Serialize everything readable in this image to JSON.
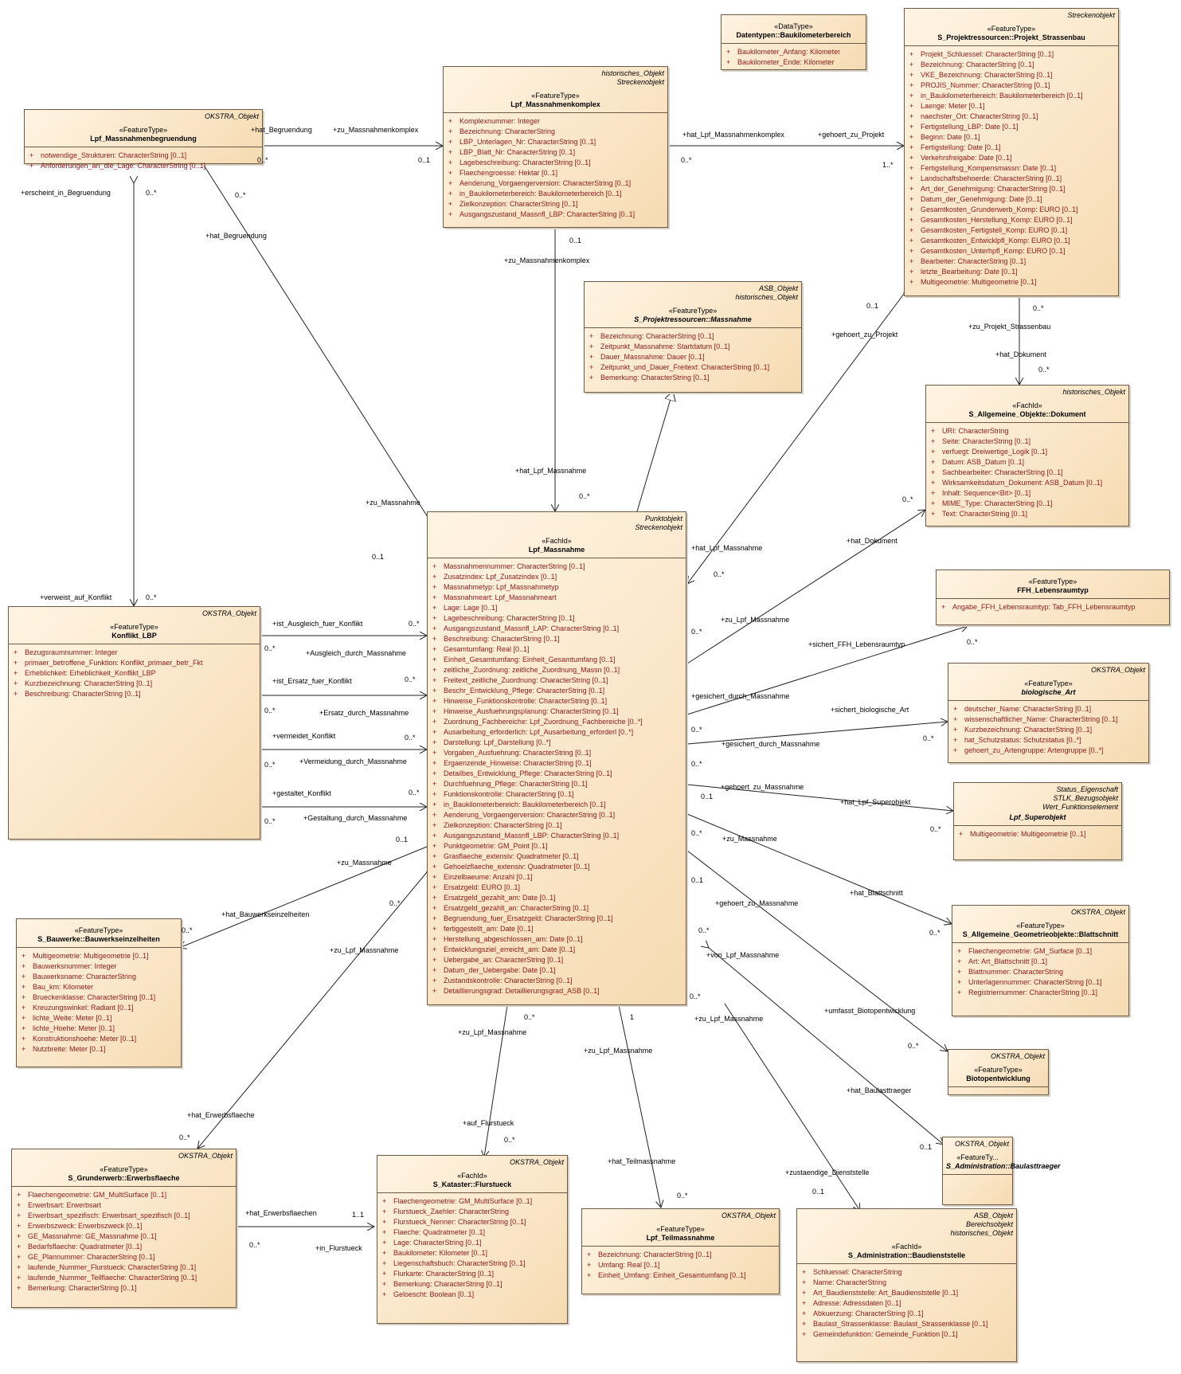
{
  "classes": {
    "baukm": {
      "tags": [],
      "stereo": "«DataType»",
      "name": "Datentypen::Baukilometerbereich",
      "attrs": [
        "Baukilometer_Anfang: Kilometer",
        "Baukilometer_Ende: Kilometer"
      ]
    },
    "projekt": {
      "tags": [
        "Streckenobjekt"
      ],
      "stereo": "«FeatureType»",
      "name": "S_Projektressourcen::Projekt_Strassenbau",
      "attrs": [
        "Projekt_Schluessel: CharacterString [0..1]",
        "Bezeichnung: CharacterString [0..1]",
        "VKE_Bezeichnung: CharacterString [0..1]",
        "PROJIS_Nummer: CharacterString [0..1]",
        "in_Baukilometerbereich: Baukilometerbereich [0..1]",
        "Laenge: Meter [0..1]",
        "naechster_Ort: CharacterString [0..1]",
        "Fertigstellung_LBP: Date [0..1]",
        "Beginn: Date [0..1]",
        "Fertigstellung: Date [0..1]",
        "Verkehrsfreigabe: Date [0..1]",
        "Fertigstellung_Kompensmassn: Date [0..1]",
        "Landschaftsbehoerde: CharacterString [0..1]",
        "Art_der_Genehmigung: CharacterString [0..1]",
        "Datum_der_Genehmigung: Date [0..1]",
        "Gesamtkosten_Grunderwerb_Komp: EURO [0..1]",
        "Gesamtkosten_Herstellung_Komp: EURO [0..1]",
        "Gesamtkosten_Fertigstell_Komp: EURO [0..1]",
        "Gesamtkosten_Entwicklpfl_Komp: EURO [0..1]",
        "Gesamtkosten_Unterhpfl_Komp: EURO [0..1]",
        "Bearbeiter: CharacterString [0..1]",
        "letzte_Bearbeitung: Date [0..1]",
        "Multigeometrie: Multigeometrie [0..1]"
      ]
    },
    "komplex": {
      "tags": [
        "historisches_Objekt",
        "Streckenobjekt"
      ],
      "stereo": "«FeatureType»",
      "name": "Lpf_Massnahmenkomplex",
      "attrs": [
        "Komplexnummer: Integer",
        "Bezeichnung: CharacterString",
        "LBP_Unterlagen_Nr: CharacterString [0..1]",
        "LBP_Blatt_Nr: CharacterString [0..1]",
        "Lagebeschreibung: CharacterString [0..1]",
        "Flaechengroesse: Hektar [0..1]",
        "Aenderung_Vorgaengerversion: CharacterString [0..1]",
        "in_Baukilometerbereich: Baukilometerbereich [0..1]",
        "Zielkonzeption: CharacterString [0..1]",
        "Ausgangszustand_Massnfl_LBP: CharacterString [0..1]"
      ]
    },
    "begruendung": {
      "tags": [
        "OKSTRA_Objekt"
      ],
      "stereo": "«FeatureType»",
      "name": "Lpf_Massnahmenbegruendung",
      "attrs": [
        "notwendige_Strukturen: CharacterString [0..1]",
        "Anforderungen_an_die_Lage: CharacterString [0..1]"
      ]
    },
    "smassnahme": {
      "tags": [
        "ASB_Objekt",
        "historisches_Objekt"
      ],
      "stereo": "«FeatureType»",
      "name": "S_Projektressourcen::Massnahme",
      "italic": true,
      "attrs": [
        "Bezeichnung: CharacterString [0..1]",
        "Zeitpunkt_Massnahme: Startdatum [0..1]",
        "Dauer_Massnahme: Dauer [0..1]",
        "Zeitpunkt_und_Dauer_Freitext: CharacterString [0..1]",
        "Bemerkung: CharacterString [0..1]"
      ]
    },
    "dokument": {
      "tags": [
        "historisches_Objekt"
      ],
      "stereo": "«FachId»",
      "name": "S_Allgemeine_Objekte::Dokument",
      "attrs": [
        "URI: CharacterString",
        "Seite: CharacterString [0..1]",
        "verfuegt: Dreiwertige_Logik [0..1]",
        "Datum: ASB_Datum [0..1]",
        "Sachbearbeiter: CharacterString [0..1]",
        "Wirksamkeitsdatum_Dokument: ASB_Datum [0..1]",
        "Inhalt: Sequence<Bit> [0..1]",
        "MIME_Type: CharacterString [0..1]",
        "Text: CharacterString [0..1]"
      ]
    },
    "ffh": {
      "tags": [],
      "stereo": "«FeatureType»",
      "name": "FFH_Lebensraumtyp",
      "attrs": [
        "Angabe_FFH_Lebensraumtyp: Tab_FFH_Lebensraumtyp"
      ]
    },
    "bioart": {
      "tags": [
        "OKSTRA_Objekt"
      ],
      "stereo": "«FeatureType»",
      "name": "biologische_Art",
      "italic": true,
      "attrs": [
        "deutscher_Name: CharacterString [0..1]",
        "wissenschaftlicher_Name: CharacterString [0..1]",
        "Kurzbezeichnung: CharacterString [0..1]",
        "hat_Schutzstatus: Schutzstatus [0..*]",
        "gehoert_zu_Artengruppe: Artengruppe [0..*]"
      ]
    },
    "superobjekt": {
      "tags": [
        "Status_Eigenschaft",
        "STLK_Bezugsobjekt",
        "Wert_Funktionselement"
      ],
      "stereo": "",
      "name": "Lpf_Superobjekt",
      "italic": true,
      "attrs": [
        "Multigeometrie: Multigeometrie [0..1]"
      ]
    },
    "blattschnitt": {
      "tags": [
        "OKSTRA_Objekt"
      ],
      "stereo": "«FeatureType»",
      "name": "S_Allgemeine_Geometrieobjekte::Blattschnitt",
      "attrs": [
        "Flaechengeometrie: GM_Surface [0..1]",
        "Art: Art_Blattschnitt [0..1]",
        "Blattnummer: CharacterString",
        "Unterlagennummer: CharacterString [0..1]",
        "Registriernummer: CharacterString [0..1]"
      ]
    },
    "biotop": {
      "tags": [
        "OKSTRA_Objekt"
      ],
      "stereo": "«FeatureType»",
      "name": "Biotopentwicklung",
      "attrs": []
    },
    "baulast": {
      "tags": [
        "OKSTRA_Objekt"
      ],
      "stereo": "«FeatureTy...",
      "name": "S_Administration::Baulasttraeger",
      "italic": true,
      "attrs": []
    },
    "baudienst": {
      "tags": [
        "ASB_Objekt",
        "Bereichsobjekt",
        "historisches_Objekt"
      ],
      "stereo": "«FachId»",
      "name": "S_Administration::Baudienststelle",
      "attrs": [
        "Schluessel: CharacterString",
        "Name: CharacterString",
        "Art_Baudienststelle: Art_Baudienststelle [0..1]",
        "Adresse: Adressdaten [0..1]",
        "Abkuerzung: CharacterString [0..1]",
        "Baulast_Strassenklasse: Baulast_Strassenklasse [0..1]",
        "Gemeindefunktion: Gemeinde_Funktion [0..1]"
      ]
    },
    "teilmassnahme": {
      "tags": [
        "OKSTRA_Objekt"
      ],
      "stereo": "«FeatureType»",
      "name": "Lpf_Teilmassnahme",
      "attrs": [
        "Bezeichnung: CharacterString [0..1]",
        "Umfang: Real [0..1]",
        "Einheit_Umfang: Einheit_Gesamtumfang [0..1]"
      ]
    },
    "flurstueck": {
      "tags": [
        "OKSTRA_Objekt"
      ],
      "stereo": "«FachId»",
      "name": "S_Kataster::Flurstueck",
      "attrs": [
        "Flaechengeometrie: GM_MultiSurface [0..1]",
        "Flurstueck_Zaehler: CharacterString",
        "Flurstueck_Nenner: CharacterString [0..1]",
        "Flaeche: Quadratmeter [0..1]",
        "Lage: CharacterString [0..1]",
        "Baukilometer: Kilometer [0..1]",
        "Liegenschaftsbuch: CharacterString [0..1]",
        "Flurkarte: CharacterString [0..1]",
        "Bemerkung: CharacterString [0..1]",
        "Geloescht: Boolean [0..1]"
      ]
    },
    "erwerb": {
      "tags": [
        "OKSTRA_Objekt"
      ],
      "stereo": "«FeatureType»",
      "name": "S_Grunderwerb::Erwerbsflaeche",
      "attrs": [
        "Flaechengeometrie: GM_MultiSurface [0..1]",
        "Erwerbsart: Erwerbsart",
        "Erwerbsart_spezifisch: Erwerbsart_spezifisch [0..1]",
        "Erwerbszweck: Erwerbszweck [0..1]",
        "GE_Massnahme: GE_Massnahme [0..1]",
        "Bedarfsflaeche: Quadratmeter [0..1]",
        "GE_Plannummer: CharacterString [0..1]",
        "laufende_Nummer_Flurstueck: CharacterString [0..1]",
        "laufende_Nummer_Teilflaeche: CharacterString [0..1]",
        "Bemerkung: CharacterString [0..1]"
      ]
    },
    "bauwerk": {
      "tags": [],
      "stereo": "«FeatureType»",
      "name": "S_Bauwerke::Bauwerkseinzelheiten",
      "attrs": [
        "Multigeometrie: Multigeometrie [0..1]",
        "Bauwerksnummer: Integer",
        "Bauwerksname: CharacterString",
        "Bau_km: Kilometer",
        "Brueckenklasse: CharacterString [0..1]",
        "Kreuzungswinkel: Radiant [0..1]",
        "lichte_Weite: Meter [0..1]",
        "lichte_Hoehe: Meter [0..1]",
        "Konstruktionshoehe: Meter [0..1]",
        "Nutzbreite: Meter [0..1]"
      ]
    },
    "konflikt": {
      "tags": [
        "OKSTRA_Objekt"
      ],
      "stereo": "«FeatureType»",
      "name": "Konflikt_LBP",
      "attrs": [
        "Bezugsraumnummer: Integer",
        "primaer_betroffene_Funktion: Konflikt_primaer_betr_Fkt",
        "Erheblichkeit: Erheblichkeit_Konflikt_LBP",
        "Kurzbezeichnung: CharacterString [0..1]",
        "Beschreibung: CharacterString [0..1]"
      ]
    },
    "massnahme": {
      "tags": [
        "Punktobjekt",
        "Streckenobjekt"
      ],
      "stereo": "«FachId»",
      "name": "Lpf_Massnahme",
      "attrs": [
        "Massnahmennummer: CharacterString [0..1]",
        "Zusatzindex: Lpf_Zusatzindex [0..1]",
        "Massnahmetyp: Lpf_Massnahmetyp",
        "Massnahmeart: Lpf_Massnahmeart",
        "Lage: Lage [0..1]",
        "Lagebeschreibung: CharacterString [0..1]",
        "Ausgangszustand_Massnfl_LAP: CharacterString [0..1]",
        "Beschreibung: CharacterString [0..1]",
        "Gesamtumfang: Real [0..1]",
        "Einheit_Gesamtumfang: Einheit_Gesamtumfang [0..1]",
        "zeitliche_Zuordnung: zeitliche_Zuordnung_Massn [0..1]",
        "Freitext_zeitliche_Zuordnung: CharacterString [0..1]",
        "Beschr_Entwicklung_Pflege: CharacterString [0..1]",
        "Hinweise_Funktionskontrolle: CharacterString [0..1]",
        "Hinweise_Ausfuehrungsplanung: CharacterString [0..1]",
        "Zuordnung_Fachbereiche: Lpf_Zuordnung_Fachbereiche [0..*]",
        "Ausarbeitung_erforderlich: Lpf_Ausarbeitung_erforderl [0..*]",
        "Darstellung: Lpf_Darstellung [0..*]",
        "Vorgaben_Ausfuehrung: CharacterString [0..1]",
        "Ergaenzende_Hinweise: CharacterString [0..1]",
        "Detailbes_Entwicklung_Pflege: CharacterString [0..1]",
        "Durchfuehrung_Pflege: CharacterString [0..1]",
        "Funktionskontrolle: CharacterString [0..1]",
        "in_Baukilometerbereich: Baukilometerbereich [0..1]",
        "Aenderung_Vorgaengerversion: CharacterString [0..1]",
        "Zielkonzeption: CharacterString [0..1]",
        "Ausgangszustand_Massnfl_LBP: CharacterString [0..1]",
        "Punktgeometrie: GM_Point [0..1]",
        "Grasflaeche_extensiv: Quadratmeter [0..1]",
        "Gehoelzflaeche_extensiv: Quadratmeter [0..1]",
        "Einzelbaeume: Anzahl [0..1]",
        "Ersatzgeld: EURO [0..1]",
        "Ersatzgeld_gezahlt_am: Date [0..1]",
        "Ersatzgeld_gezahlt_an: CharacterString [0..1]",
        "Begruendung_fuer_Ersatzgeld: CharacterString [0..1]",
        "fertiggestellt_am: Date [0..1]",
        "Herstellung_abgeschlossen_am: Date [0..1]",
        "Entwicklungsziel_erreicht_am: Date [0..1]",
        "Uebergabe_an: CharacterString [0..1]",
        "Datum_der_Uebergabe: Date [0..1]",
        "Zustandskontrolle: CharacterString [0..1]",
        "Detaillierungsgrad: Detaillierungsgrad_ASB [0..1]"
      ]
    }
  },
  "labels": [
    "+hat_Begruendung",
    "+zu_Massnahmenkomplex",
    "0..*",
    "0..1",
    "+hat_Lpf_Massnahmenkomplex",
    "+gehoert_zu_Projekt",
    "0..*",
    "1..*",
    "+erscheint_in_Begruendung",
    "0..*",
    "0..*",
    "+hat_Begruendung",
    "0..1",
    "+zu_Massnahmenkomplex",
    "0..1",
    "+gehoert_zu_Projekt",
    "0..*",
    "+zu_Projekt_Strassenbau",
    "+hat_Dokument",
    "0..*",
    "+hat_Lpf_Massnahme",
    "0..*",
    "+zu_Massnahme",
    "0..1",
    "+hat_Lpf_Massnahme",
    "0..*",
    "+hat_Dokument",
    "0..*",
    "+zu_Lpf_Massnahme",
    "0..*",
    "+sichert_FFH_Lebensraumtyp",
    "0..*",
    "+gesichert_durch_Massnahme",
    "+sichert_biologische_Art",
    "0..*",
    "0..*",
    "+gesichert_durch_Massnahme",
    "0..*",
    "+gehoert_zu_Massnahme",
    "0..1",
    "+hat_Lpf_Superobjekt",
    "0..*",
    "0..*",
    "+zu_Massnahme",
    "+hat_Blattschnitt",
    "0..1",
    "0..*",
    "+gehoert_zu_Massnahme",
    "0..*",
    "+von_Lpf_Massnahme",
    "+umfasst_Biotopentwicklung",
    "0..*",
    "0..*",
    "+zu_Lpf_Massnahme",
    "+hat_Baulasttraeger",
    "0..1",
    "+zustaendige_Dienststelle",
    "0..1",
    "+verweist_auf_Konflikt",
    "0..*",
    "+ist_Ausgleich_fuer_Konflikt",
    "0..*",
    "0..*",
    "+Ausgleich_durch_Massnahme",
    "+ist_Ersatz_fuer_Konflikt",
    "0..*",
    "0..*",
    "+Ersatz_durch_Massnahme",
    "+vermeidet_Konflikt",
    "0..*",
    "0..*",
    "+Vermeidung_durch_Massnahme",
    "+gestaltet_Konflikt",
    "0..*",
    "0..*",
    "+Gestaltung_durch_Massnahme",
    "0..1",
    "+zu_Massnahme",
    "+hat_Bauwerkseinzelheiten",
    "0..*",
    "0..*",
    "+zu_Lpf_Massnahme",
    "+hat_Erwerbsflaeche",
    "0..*",
    "0..*",
    "+zu_Lpf_Massnahme",
    "+auf_Flurstueck",
    "0..*",
    "1",
    "+zu_Lpf_Massnahme",
    "+hat_Teilmassnahme",
    "0..*",
    "+hat_Erwerbsflaechen",
    "1..1",
    "0..*",
    "+in_Flurstueck"
  ]
}
